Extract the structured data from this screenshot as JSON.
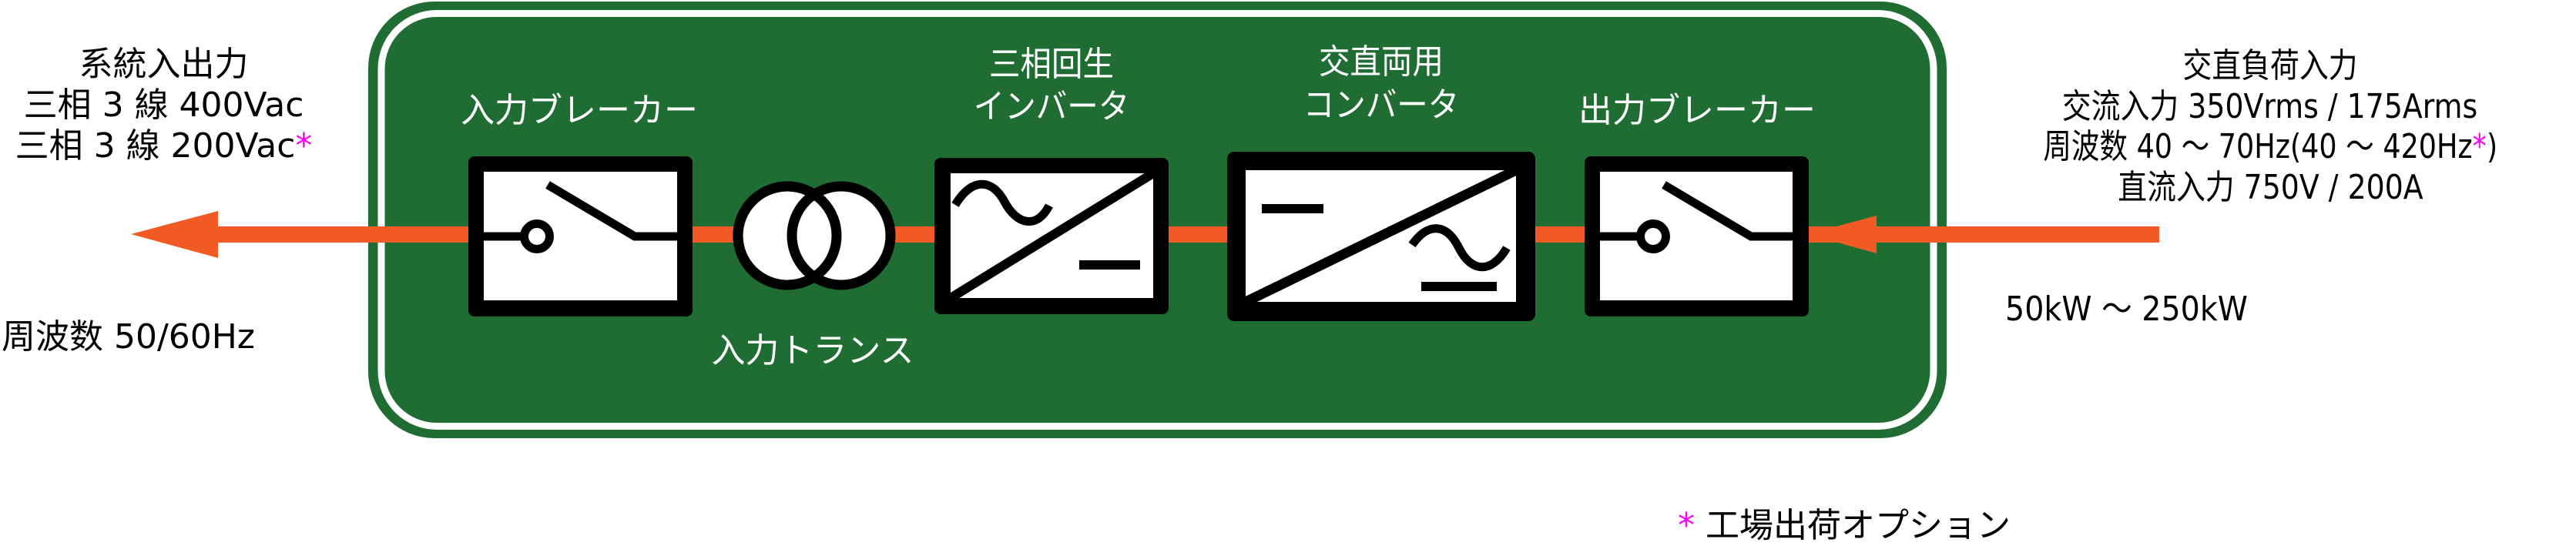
{
  "colors": {
    "panel_green": "#206d33",
    "panel_stripe": "#ffffff",
    "flow_orange": "#f05a24",
    "symbol_black": "#000000",
    "option_mark": "#ff00ff"
  },
  "left_terminal": {
    "title": "系統入出力",
    "lines": [
      "三相 3 線 400Vac",
      "三相 3 線 200Vac"
    ],
    "line2_option_mark": "*",
    "frequency": "周波数 50/60Hz"
  },
  "right_terminal": {
    "title": "交直負荷入力",
    "ac_input": "交流入力 350Vrms / 175Arms",
    "frequency_prefix": "周波数 40 ～ 70Hz(40 ～ 420Hz",
    "frequency_mark": "*",
    "frequency_suffix": ")",
    "dc_input": "直流入力 750V / 200A",
    "power_range": "50kW ～ 250kW"
  },
  "blocks": [
    {
      "id": "input-breaker",
      "label_lines": [
        "入力ブレーカー"
      ],
      "symbol": "breaker-switch-icon"
    },
    {
      "id": "input-transformer",
      "label_lines": [
        "入力トランス"
      ],
      "symbol": "transformer-icon"
    },
    {
      "id": "three-phase-regenerative-inverter",
      "label_lines": [
        "三相回生",
        "インバータ"
      ],
      "symbol": "ac-dc-inverter-icon"
    },
    {
      "id": "ac-dc-dual-converter",
      "label_lines": [
        "交直両用",
        "コンバータ"
      ],
      "symbol": "dc-ac-converter-icon"
    },
    {
      "id": "output-breaker",
      "label_lines": [
        "出力ブレーカー"
      ],
      "symbol": "breaker-switch-icon"
    }
  ],
  "flow": {
    "direction": "right-to-left",
    "arrows": [
      "arrow-left-icon",
      "arrow-left-icon"
    ]
  },
  "footnote": {
    "mark": "*",
    "text": "工場出荷オプション"
  }
}
